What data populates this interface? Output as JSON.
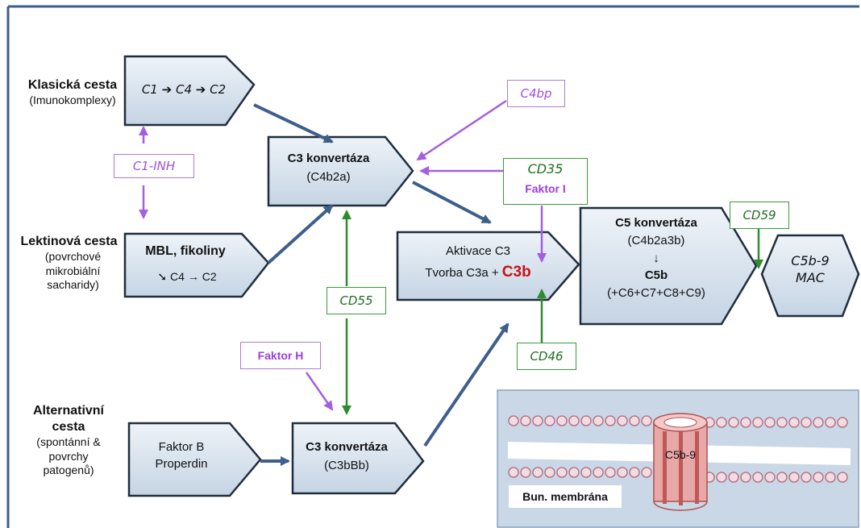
{
  "pathways": {
    "classical": {
      "title": "Klasická cesta",
      "subtitle": "(Imunokomplexy)",
      "node": {
        "steps": [
          "C1",
          "C4",
          "C2"
        ]
      }
    },
    "lectin": {
      "title": "Lektinová cesta",
      "subtitle": [
        "(povrchové",
        "mikrobiální",
        "sacharidy)"
      ],
      "node": {
        "line1": "MBL, fikoliny",
        "steps": [
          "C4",
          "C2"
        ]
      }
    },
    "alternative": {
      "title": [
        "Alternativní",
        "cesta"
      ],
      "subtitle": [
        "(spontánní &",
        "povrchy",
        "patogenů)"
      ],
      "node": {
        "line1": "Faktor B",
        "line2": "Properdin"
      }
    }
  },
  "nodes": {
    "c3_conv_classic": {
      "title": "C3 konvertáza",
      "sub": "(C4b2a)"
    },
    "c3_conv_alt": {
      "title": "C3 konvertáza",
      "sub": "(C3bBb)"
    },
    "c3_activation": {
      "line1": "Aktivace C3",
      "line2_prefix": "Tvorba C3a + ",
      "line2_highlight": "C3b"
    },
    "c5_conv": {
      "title": "C5 konvertáza",
      "sub": "(C4b2a3b)",
      "arrow": "↓",
      "product": "C5b",
      "additions": "(+C6+C7+C8+C9)"
    },
    "mac": {
      "line1": "C5b-9",
      "line2": "MAC"
    }
  },
  "regulators": {
    "c1_inh": "C1-INH",
    "c4bp": "C4bp",
    "cd35": "CD35",
    "faktor_i": "Faktor I",
    "cd55": "CD55",
    "faktor_h": "Faktor H",
    "cd46": "CD46",
    "cd59": "CD59"
  },
  "membrane": {
    "pore_label": "C5b-9",
    "label": "Bun. membrána"
  },
  "colors": {
    "node_fill": "#d6e2ee",
    "node_stroke": "#1f2d3d",
    "flow_arrow": "#3d5f8a",
    "regulator_purple": "#a45ee0",
    "regulator_green": "#2e8b2e",
    "highlight_red": "#cc1111",
    "membrane_bg": "#c8d8e8",
    "pore": "#e8a0a0"
  }
}
